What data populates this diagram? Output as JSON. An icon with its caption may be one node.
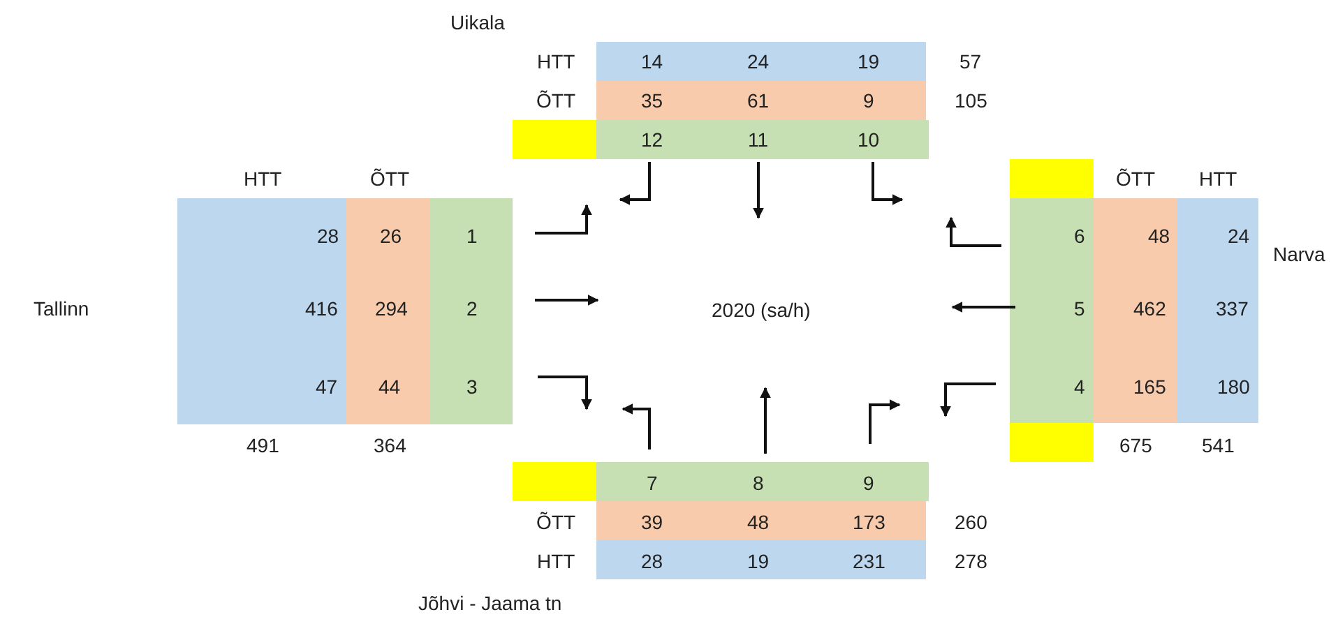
{
  "diagram": {
    "labels": [
      "Uikala",
      "HTT",
      "14",
      "24",
      "19",
      "57",
      "ÕTT",
      "35",
      "61",
      "9",
      "105",
      "12",
      "11",
      "10",
      "HTT",
      "ÕTT",
      "ÕTT",
      "HTT",
      "28",
      "26",
      "1",
      "6",
      "48",
      "24",
      "Narva",
      "Tallinn",
      "416",
      "294",
      "2",
      "2020 (sa/h)",
      "5",
      "462",
      "337",
      "47",
      "44",
      "3",
      "4",
      "165",
      "180",
      "491",
      "364",
      "675",
      "541",
      "7",
      "8",
      "9",
      "ÕTT",
      "39",
      "48",
      "173",
      "260",
      "HTT",
      "28",
      "19",
      "231",
      "278",
      "Jõhvi - Jaama tn"
    ]
  }
}
